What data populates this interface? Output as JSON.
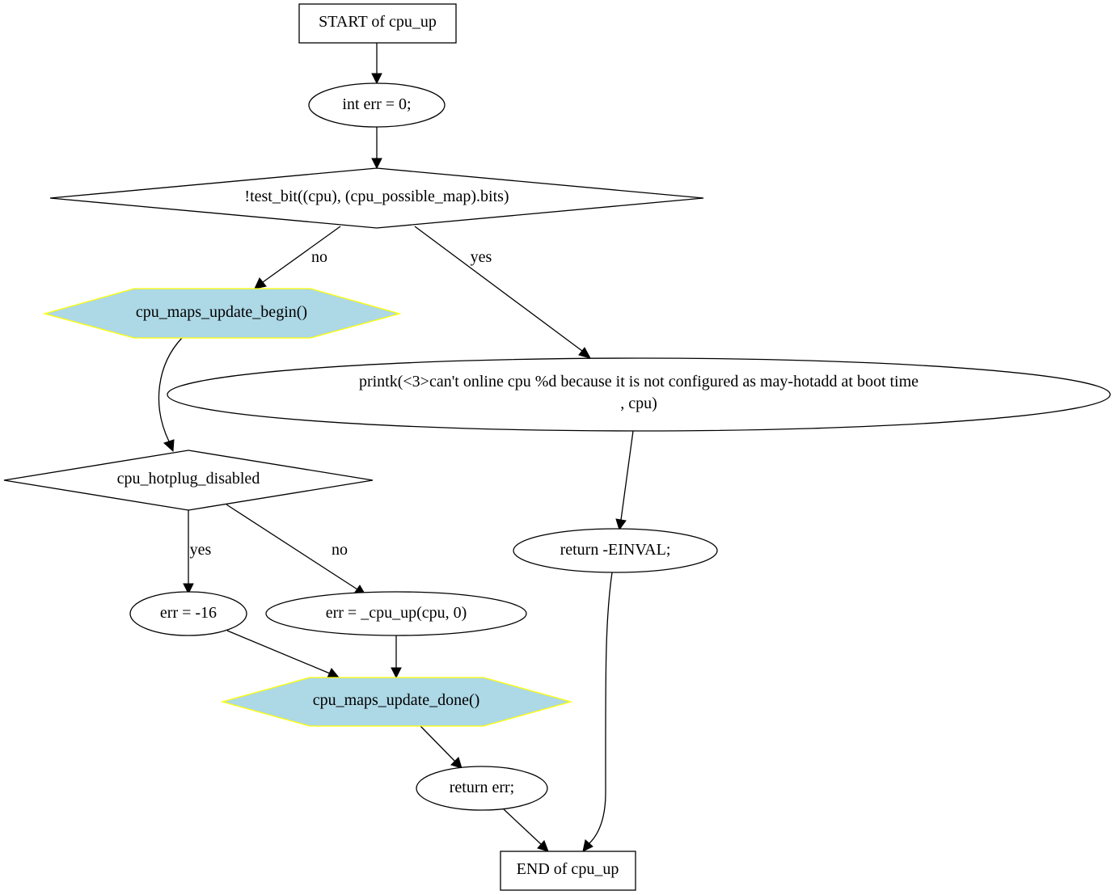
{
  "colors": {
    "hex_fill": "#add8e6",
    "hex_stroke": "#ffff00",
    "line": "#000000",
    "background": "#ffffff"
  },
  "nodes": {
    "start": "START of cpu_up",
    "init": "int err = 0;",
    "cond1": "!test_bit((cpu), (cpu_possible_map).bits)",
    "maps_begin": "cpu_maps_update_begin()",
    "printk_line1": "printk(<3>can't online cpu %d because it is not configured as may-hotadd at boot time",
    "printk_line2": ", cpu)",
    "cond2": "cpu_hotplug_disabled",
    "return_einval": "return -EINVAL;",
    "err16": "err = -16",
    "err_cpu_up": "err = _cpu_up(cpu, 0)",
    "maps_done": "cpu_maps_update_done()",
    "return_err": "return err;",
    "end": "END of cpu_up"
  },
  "edges": {
    "cond1_no": "no",
    "cond1_yes": "yes",
    "cond2_yes": "yes",
    "cond2_no": "no"
  }
}
